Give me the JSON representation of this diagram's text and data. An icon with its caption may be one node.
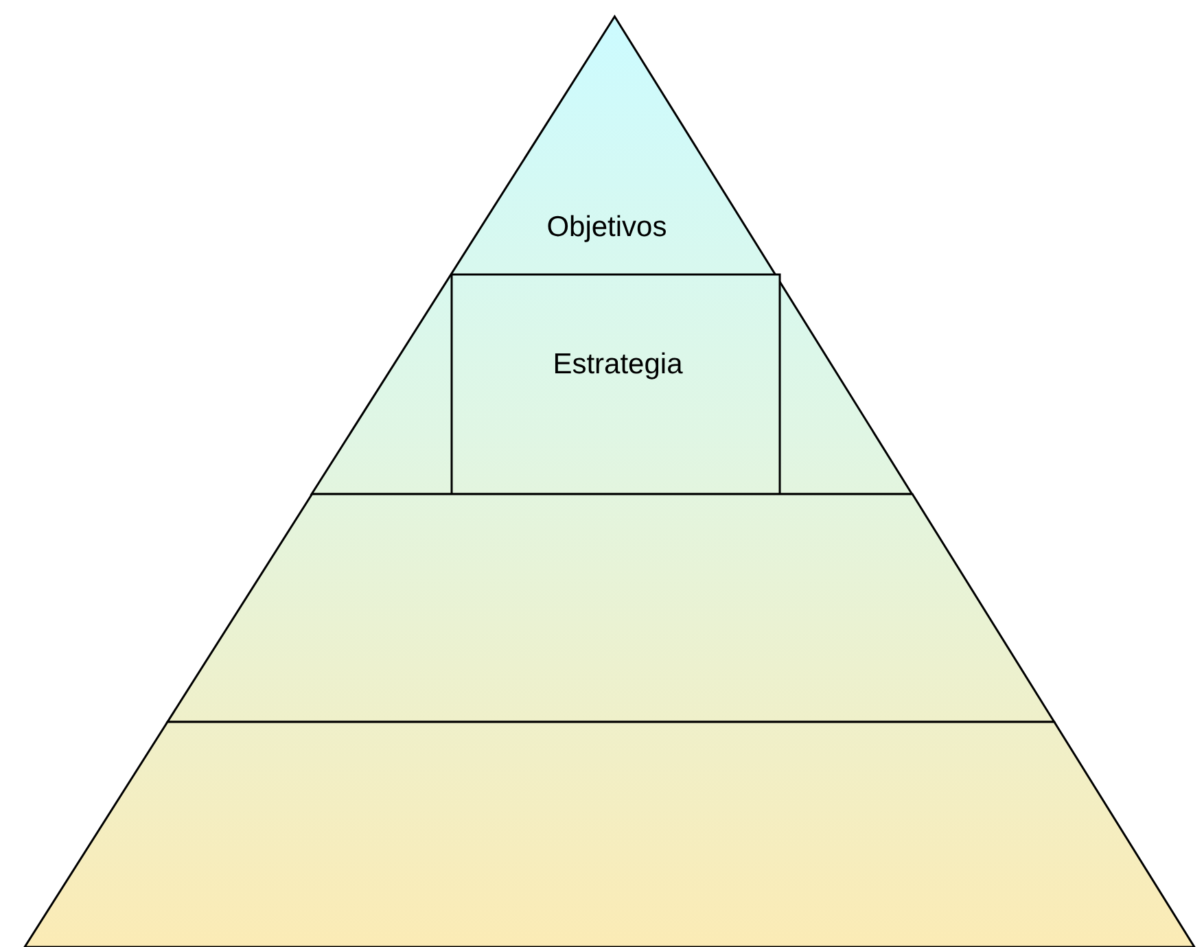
{
  "diagram": {
    "nodes": [
      {
        "text": [
          "Objetivos"
        ]
      },
      {
        "text": [
          "Estrategia"
        ],
        "in": 0
      },
      {
        "text": [],
        "shape": "trapezoid"
      },
      {
        "text": [],
        "shape": "trapezoid"
      }
    ]
  }
}
